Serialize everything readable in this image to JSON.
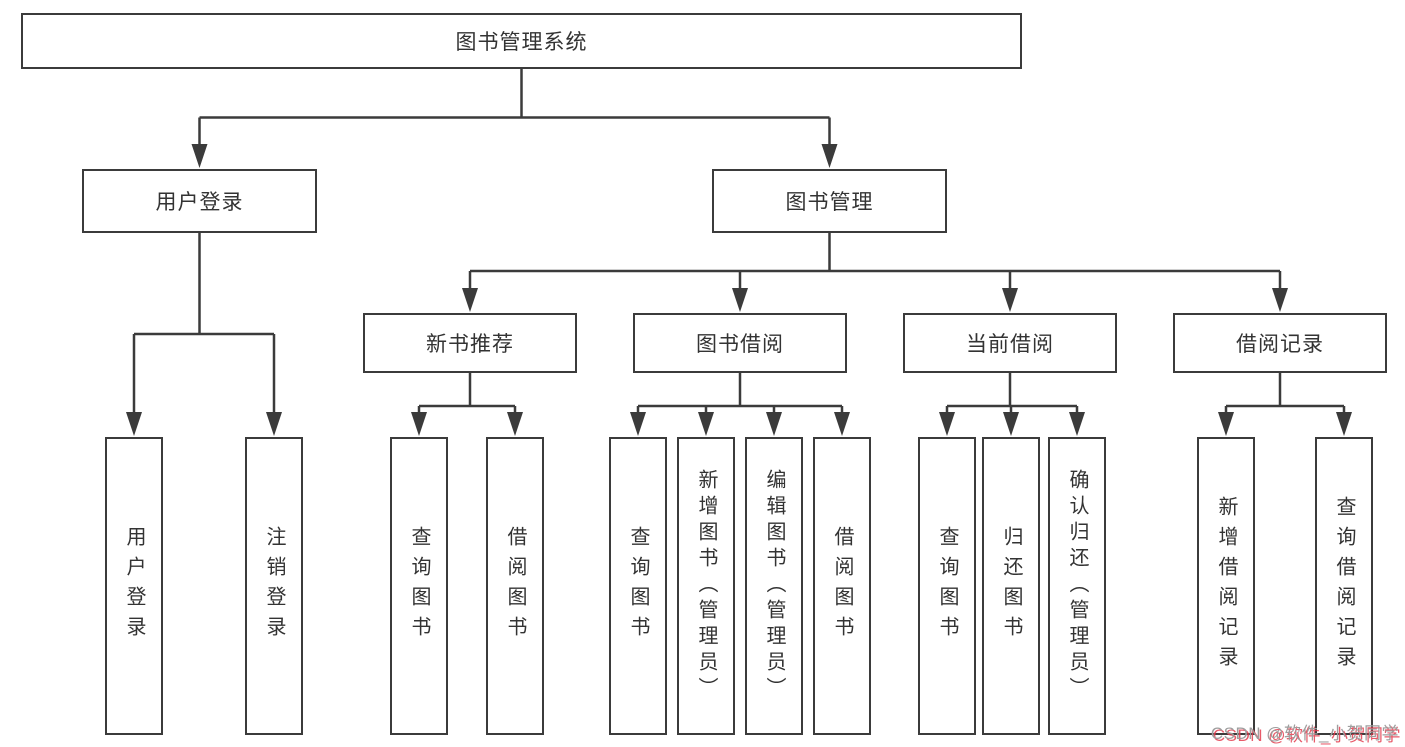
{
  "diagram": {
    "root": {
      "label": "图书管理系统"
    },
    "branches": [
      {
        "label": "用户登录",
        "children": [
          {
            "label": "用户登录"
          },
          {
            "label": "注销登录"
          }
        ]
      },
      {
        "label": "图书管理",
        "children": [
          {
            "label": "新书推荐",
            "children": [
              {
                "label": "查询图书"
              },
              {
                "label": "借阅图书"
              }
            ]
          },
          {
            "label": "图书借阅",
            "children": [
              {
                "label": "查询图书"
              },
              {
                "label": "新增图书（管理员）"
              },
              {
                "label": "编辑图书（管理员）"
              },
              {
                "label": "借阅图书"
              }
            ]
          },
          {
            "label": "当前借阅",
            "children": [
              {
                "label": "查询图书"
              },
              {
                "label": "归还图书"
              },
              {
                "label": "确认归还（管理员）"
              }
            ]
          },
          {
            "label": "借阅记录",
            "children": [
              {
                "label": "新增借阅记录"
              },
              {
                "label": "查询借阅记录"
              }
            ]
          }
        ]
      }
    ]
  },
  "watermark": {
    "text": "CSDN @软件_小贺同学"
  },
  "colors": {
    "line": "#3b3b3b",
    "text": "#333333",
    "watermark_gray": "#9e9e9e",
    "watermark_red": "#e43d4f"
  }
}
